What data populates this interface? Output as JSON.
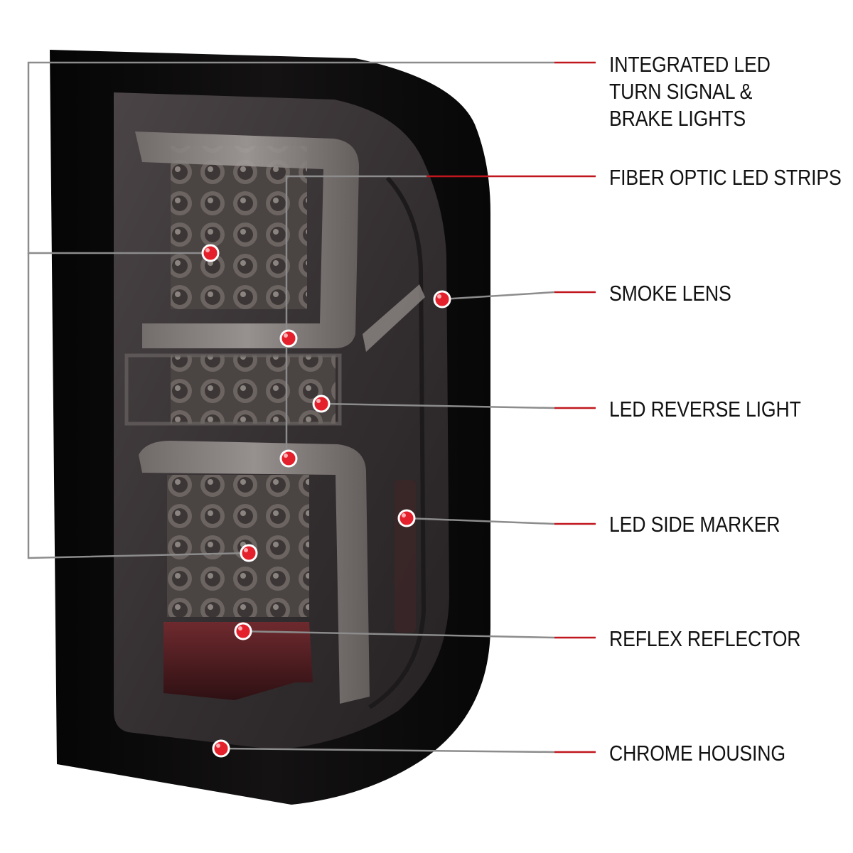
{
  "colors": {
    "background": "#ffffff",
    "housing": "#0b0a0b",
    "lens": "#3a3537",
    "led_cluster": "#57504f",
    "reflector": "#5a1e22",
    "marker_dot": "#e3202b",
    "leader_line_gray": "#8c8c8c",
    "leader_line_red": "#c0161d",
    "label_text": "#111111"
  },
  "callouts": [
    {
      "id": "integrated-led",
      "lines": [
        "INTEGRATED LED",
        "TURN SIGNAL &",
        "BRAKE LIGHTS"
      ]
    },
    {
      "id": "fiber-optic",
      "lines": [
        "FIBER OPTIC LED STRIPS"
      ]
    },
    {
      "id": "smoke-lens",
      "lines": [
        "SMOKE LENS"
      ]
    },
    {
      "id": "reverse-light",
      "lines": [
        "LED REVERSE LIGHT"
      ]
    },
    {
      "id": "side-marker",
      "lines": [
        "LED SIDE MARKER"
      ]
    },
    {
      "id": "reflex-reflector",
      "lines": [
        "REFLEX REFLECTOR"
      ]
    },
    {
      "id": "chrome-housing",
      "lines": [
        "CHROME HOUSING"
      ]
    }
  ]
}
